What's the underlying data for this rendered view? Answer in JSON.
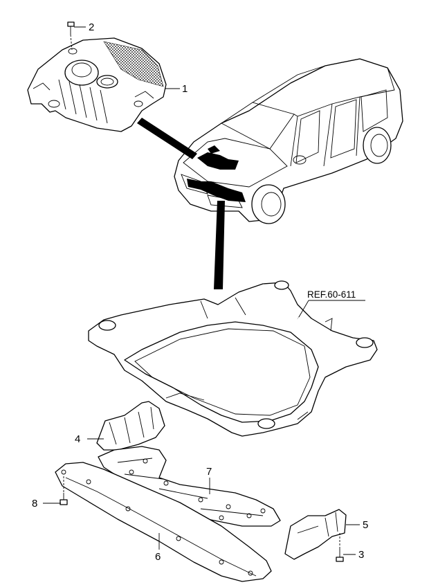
{
  "reference_label": "REF.60-611",
  "callouts": [
    {
      "id": "1",
      "text": "1"
    },
    {
      "id": "2",
      "text": "2"
    },
    {
      "id": "3",
      "text": "3"
    },
    {
      "id": "4",
      "text": "4"
    },
    {
      "id": "5",
      "text": "5"
    },
    {
      "id": "6",
      "text": "6"
    },
    {
      "id": "7",
      "text": "7"
    },
    {
      "id": "8",
      "text": "8"
    }
  ],
  "colors": {
    "line": "#000000",
    "background": "#ffffff"
  }
}
